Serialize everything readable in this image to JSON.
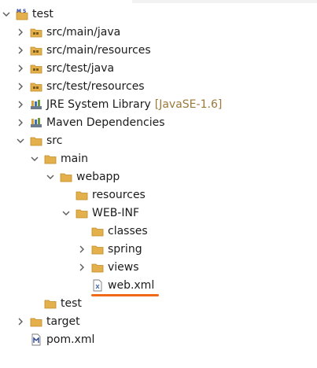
{
  "explorer": {
    "items": [
      {
        "label": "test",
        "icon": "maven-project-icon",
        "state": "expanded",
        "depth": 0
      },
      {
        "label": "src/main/java",
        "icon": "package-folder-icon",
        "state": "collapsed",
        "depth": 1
      },
      {
        "label": "src/main/resources",
        "icon": "package-folder-icon",
        "state": "collapsed",
        "depth": 1
      },
      {
        "label": "src/test/java",
        "icon": "package-folder-icon",
        "state": "collapsed",
        "depth": 1
      },
      {
        "label": "src/test/resources",
        "icon": "package-folder-icon",
        "state": "collapsed",
        "depth": 1
      },
      {
        "label": "JRE System Library",
        "decoration": "[JavaSE-1.6]",
        "icon": "library-icon",
        "state": "collapsed",
        "depth": 1
      },
      {
        "label": "Maven Dependencies",
        "icon": "library-icon",
        "state": "collapsed",
        "depth": 1
      },
      {
        "label": "src",
        "icon": "folder-icon",
        "state": "expanded",
        "depth": 1
      },
      {
        "label": "main",
        "icon": "folder-icon",
        "state": "expanded",
        "depth": 2
      },
      {
        "label": "webapp",
        "icon": "folder-icon",
        "state": "expanded",
        "depth": 3
      },
      {
        "label": "resources",
        "icon": "folder-icon",
        "state": "leaf",
        "depth": 4
      },
      {
        "label": "WEB-INF",
        "icon": "folder-icon",
        "state": "expanded",
        "depth": 4
      },
      {
        "label": "classes",
        "icon": "folder-icon",
        "state": "leaf",
        "depth": 5
      },
      {
        "label": "spring",
        "icon": "folder-icon",
        "state": "collapsed",
        "depth": 5
      },
      {
        "label": "views",
        "icon": "folder-icon",
        "state": "collapsed",
        "depth": 5
      },
      {
        "label": "web.xml",
        "icon": "xml-file-icon",
        "state": "leaf",
        "depth": 5
      },
      {
        "label": "test",
        "icon": "folder-icon",
        "state": "leaf",
        "depth": 2
      },
      {
        "label": "target",
        "icon": "folder-icon",
        "state": "collapsed",
        "depth": 1
      },
      {
        "label": "pom.xml",
        "icon": "pom-file-icon",
        "state": "leaf",
        "depth": 1
      }
    ]
  },
  "colors": {
    "folder": "#e3b04b",
    "folder_dark": "#c08b26",
    "chevron": "#5a5a5a",
    "decoration": "#9a7a3a",
    "underline": "#f06a1a"
  }
}
